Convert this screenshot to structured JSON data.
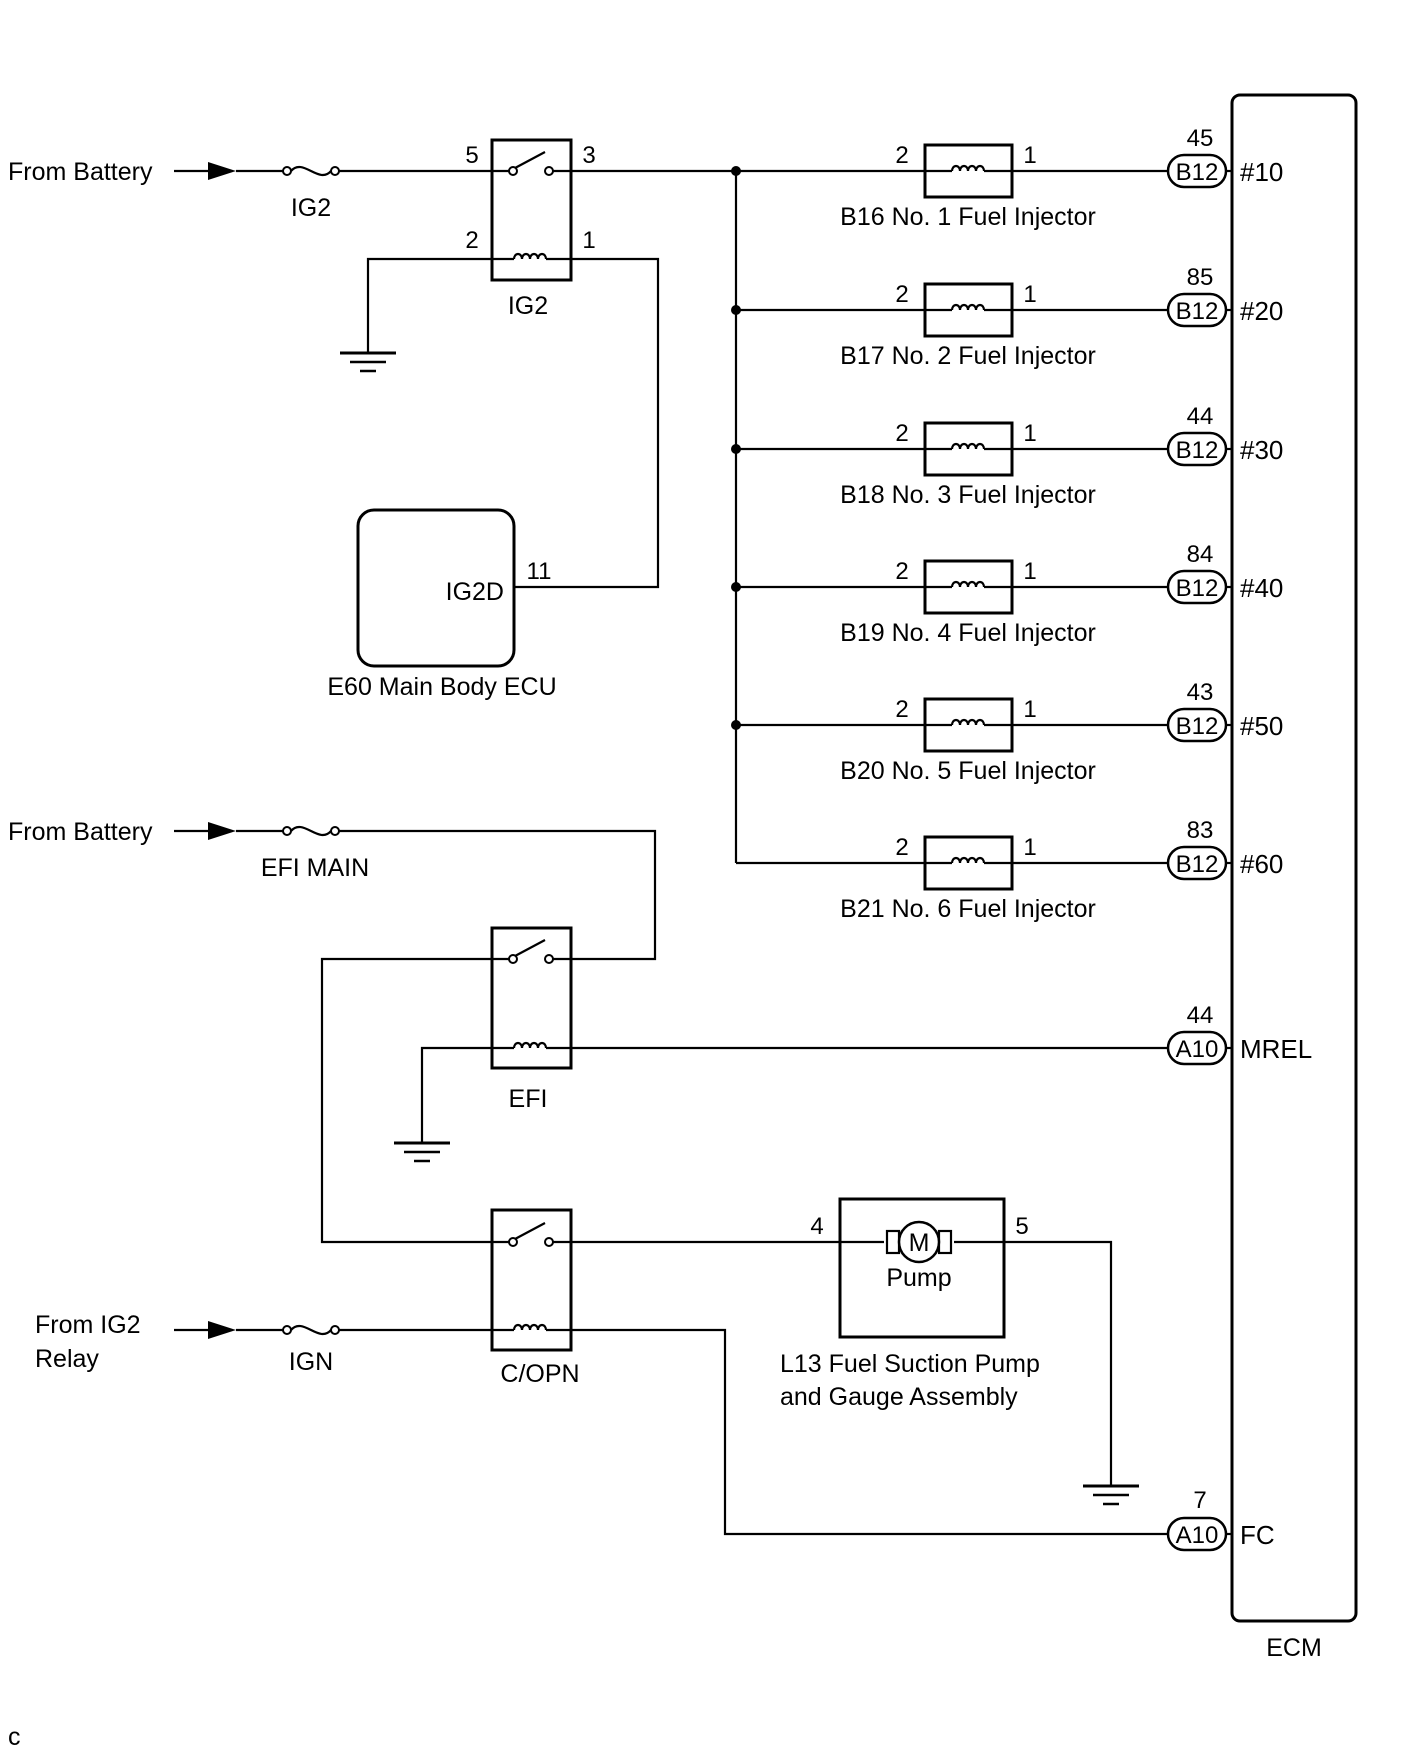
{
  "sources": {
    "battery_1": "From Battery",
    "battery_2": "From Battery",
    "ig2_relay_line1": "From IG2",
    "ig2_relay_line2": "Relay"
  },
  "fuses": {
    "ig2": "IG2",
    "efi_main": "EFI MAIN",
    "ign": "IGN"
  },
  "relays": {
    "ig2": {
      "label": "IG2",
      "pins": [
        "5",
        "3",
        "2",
        "1"
      ]
    },
    "efi": {
      "label": "EFI"
    },
    "copn": {
      "label": "C/OPN"
    }
  },
  "main_body_ecu": {
    "label": "E60 Main Body ECU",
    "terminal": "IG2D",
    "pin": "11"
  },
  "injectors": [
    {
      "label": "B16 No. 1 Fuel Injector",
      "pin_in": "2",
      "pin_out": "1",
      "ecm_pin": "45",
      "connector": "B12",
      "signal": "#10"
    },
    {
      "label": "B17 No. 2 Fuel Injector",
      "pin_in": "2",
      "pin_out": "1",
      "ecm_pin": "85",
      "connector": "B12",
      "signal": "#20"
    },
    {
      "label": "B18 No. 3 Fuel Injector",
      "pin_in": "2",
      "pin_out": "1",
      "ecm_pin": "44",
      "connector": "B12",
      "signal": "#30"
    },
    {
      "label": "B19 No. 4 Fuel Injector",
      "pin_in": "2",
      "pin_out": "1",
      "ecm_pin": "84",
      "connector": "B12",
      "signal": "#40"
    },
    {
      "label": "B20 No. 5 Fuel Injector",
      "pin_in": "2",
      "pin_out": "1",
      "ecm_pin": "43",
      "connector": "B12",
      "signal": "#50"
    },
    {
      "label": "B21 No. 6 Fuel Injector",
      "pin_in": "2",
      "pin_out": "1",
      "ecm_pin": "83",
      "connector": "B12",
      "signal": "#60"
    }
  ],
  "ecm": {
    "label": "ECM",
    "mrel": {
      "pin": "44",
      "connector": "A10",
      "signal": "MREL"
    },
    "fc": {
      "pin": "7",
      "connector": "A10",
      "signal": "FC"
    }
  },
  "pump": {
    "motor": "M",
    "name": "Pump",
    "label_line1": "L13 Fuel Suction Pump",
    "label_line2": "and Gauge Assembly",
    "pin_in": "4",
    "pin_out": "5"
  },
  "figure_code": "c"
}
